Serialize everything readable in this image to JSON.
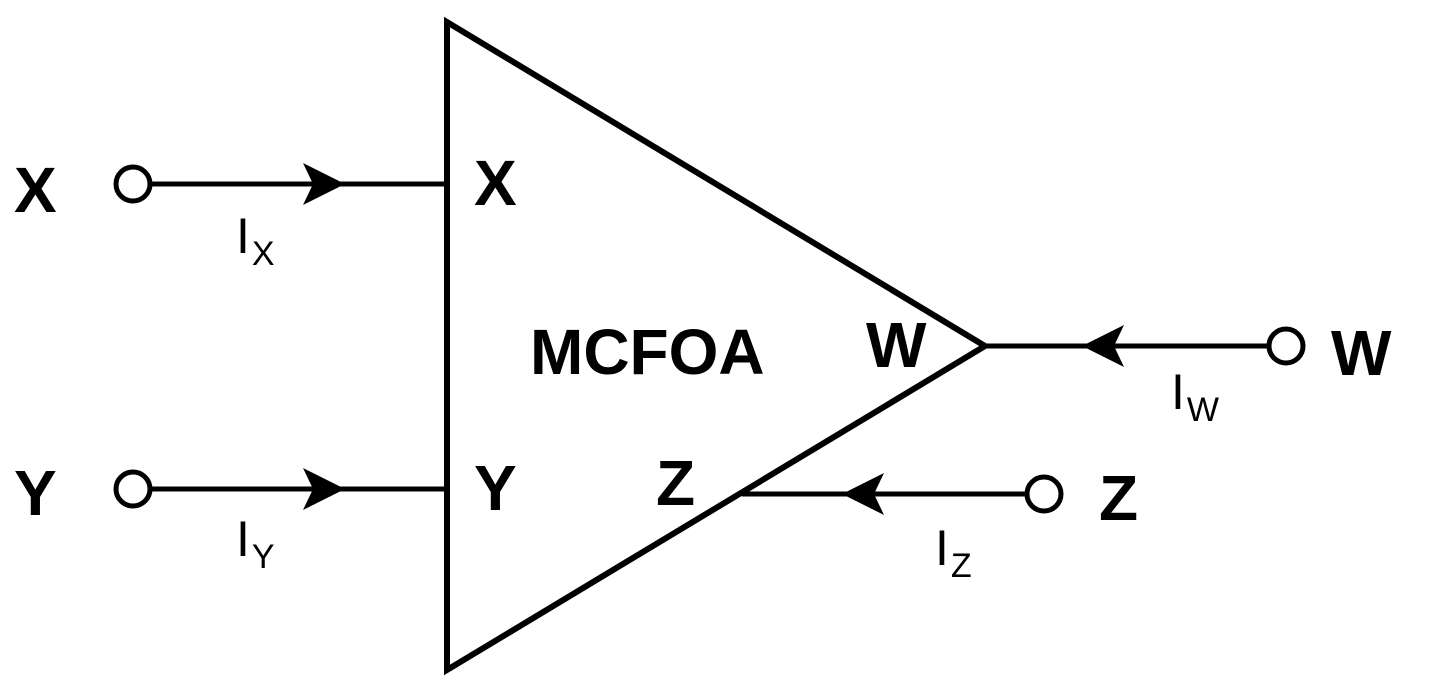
{
  "block": {
    "name": "MCFOA",
    "ports": {
      "x": "X",
      "y": "Y",
      "w": "W",
      "z": "Z"
    }
  },
  "terminals": {
    "x": "X",
    "y": "Y",
    "w": "W",
    "z": "Z"
  },
  "currents": {
    "x": {
      "symbol": "I",
      "subscript": "X"
    },
    "y": {
      "symbol": "I",
      "subscript": "Y"
    },
    "w": {
      "symbol": "I",
      "subscript": "W"
    },
    "z": {
      "symbol": "I",
      "subscript": "Z"
    }
  },
  "colors": {
    "stroke": "#000000",
    "background": "#ffffff"
  }
}
